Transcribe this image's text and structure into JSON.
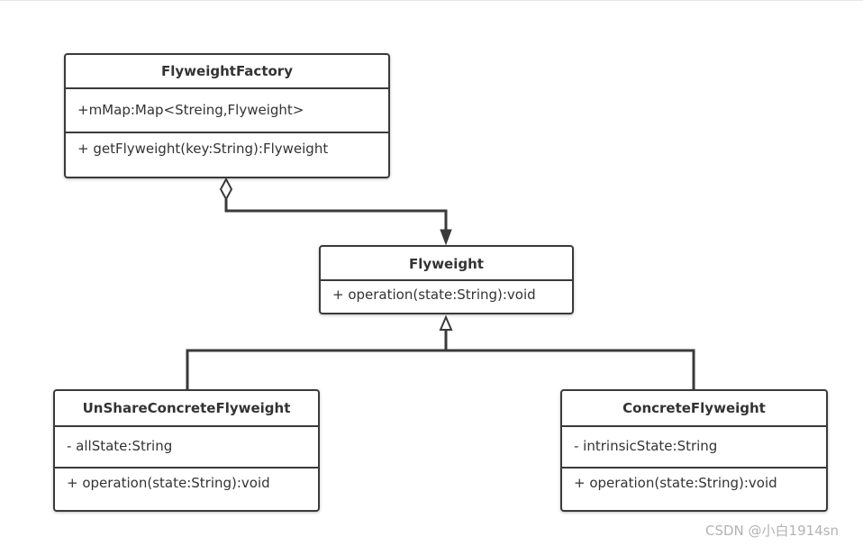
{
  "classes": {
    "flyweight_factory": {
      "name": "FlyweightFactory",
      "attributes": [
        "+mMap:Map<Streing,Flyweight>"
      ],
      "operations": [
        "+ getFlyweight(key:String):Flyweight"
      ]
    },
    "flyweight": {
      "name": "Flyweight",
      "attributes": [],
      "operations": [
        "+ operation(state:String):void"
      ]
    },
    "unshare_concrete_flyweight": {
      "name": "UnShareConcreteFlyweight",
      "attributes": [
        "- allState:String"
      ],
      "operations": [
        "+ operation(state:String):void"
      ]
    },
    "concrete_flyweight": {
      "name": "ConcreteFlyweight",
      "attributes": [
        "- intrinsicState:String"
      ],
      "operations": [
        "+ operation(state:String):void"
      ]
    }
  },
  "relationships": [
    {
      "type": "aggregation",
      "from": "FlyweightFactory",
      "to": "Flyweight"
    },
    {
      "type": "generalization",
      "from": "UnShareConcreteFlyweight",
      "to": "Flyweight"
    },
    {
      "type": "generalization",
      "from": "ConcreteFlyweight",
      "to": "Flyweight"
    }
  ],
  "watermark": "CSDN @小白1914sn",
  "colors": {
    "line": "#3a3a3a",
    "text": "#333333",
    "watermark": "#b3b3b3",
    "background": "#ffffff"
  }
}
